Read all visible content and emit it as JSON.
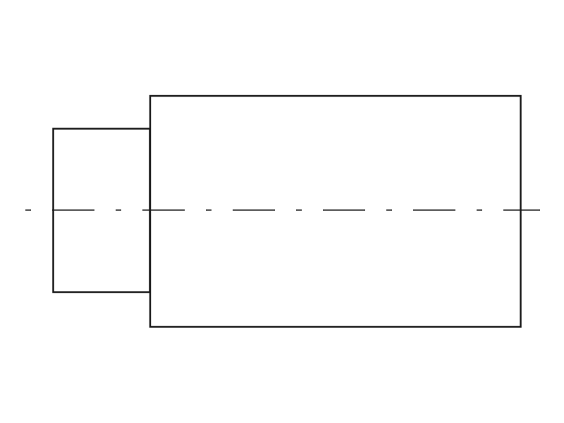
{
  "figure": {
    "background": "#ffffff",
    "stroke_color": "#1a1a1a",
    "shapes": [
      {
        "name": "small-cylinder-section",
        "kind": "rectangle",
        "fill": "none"
      },
      {
        "name": "large-cylinder-section",
        "kind": "rectangle",
        "fill": "none"
      }
    ],
    "centerline": {
      "name": "axis-centerline",
      "style": "dashed",
      "orientation": "horizontal"
    }
  }
}
